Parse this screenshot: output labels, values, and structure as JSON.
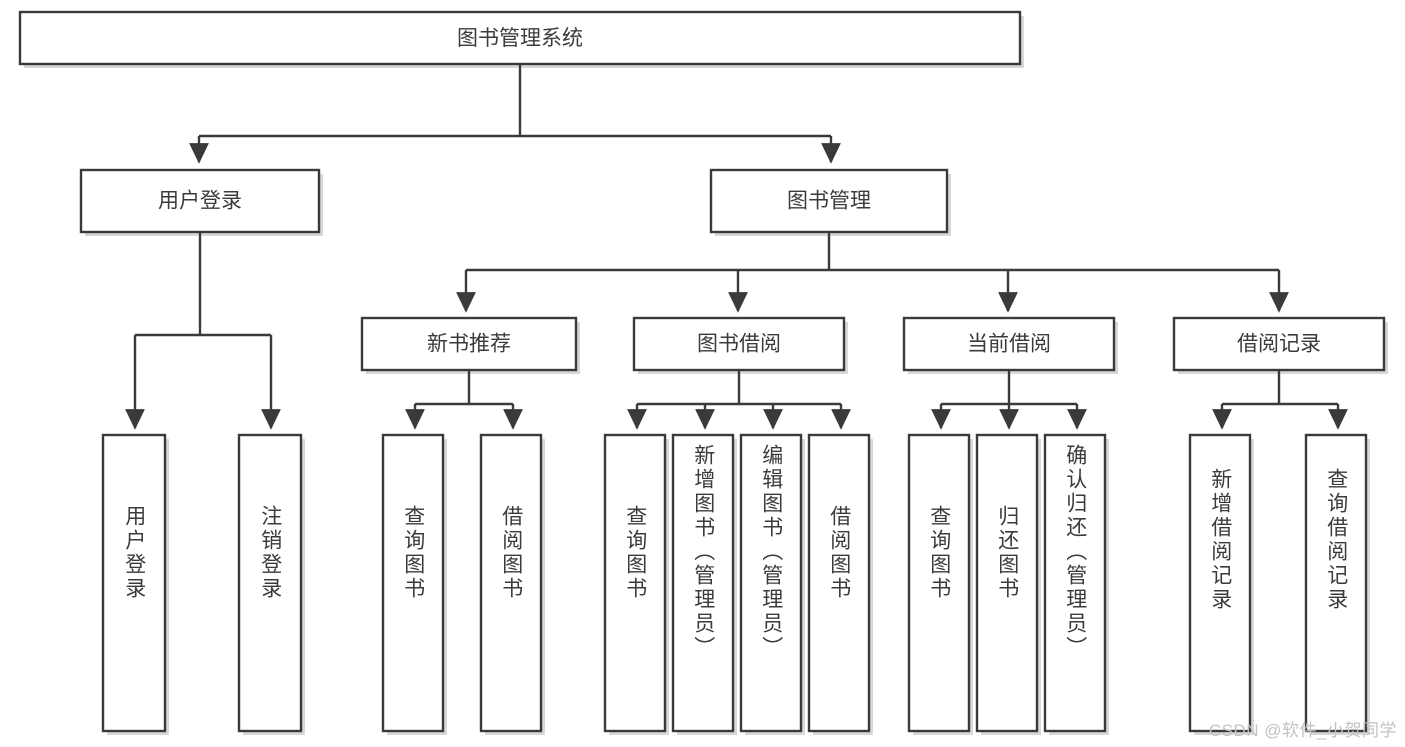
{
  "diagram": {
    "type": "tree-hierarchy",
    "title": "图书管理系统",
    "root": {
      "label": "图书管理系统",
      "children": [
        {
          "label": "用户登录",
          "children": [
            {
              "label": "用户登录"
            },
            {
              "label": "注销登录"
            }
          ]
        },
        {
          "label": "图书管理",
          "children": [
            {
              "label": "新书推荐",
              "children": [
                {
                  "label": "查询图书"
                },
                {
                  "label": "借阅图书"
                }
              ]
            },
            {
              "label": "图书借阅",
              "children": [
                {
                  "label": "查询图书"
                },
                {
                  "label": "新增图书（管理员）"
                },
                {
                  "label": "编辑图书（管理员）"
                },
                {
                  "label": "借阅图书"
                }
              ]
            },
            {
              "label": "当前借阅",
              "children": [
                {
                  "label": "查询图书"
                },
                {
                  "label": "归还图书"
                },
                {
                  "label": "确认归还（管理员）"
                }
              ]
            },
            {
              "label": "借阅记录",
              "children": [
                {
                  "label": "新增借阅记录"
                },
                {
                  "label": "查询借阅记录"
                }
              ]
            }
          ]
        }
      ]
    },
    "nodes": {
      "root_title": "图书管理系统",
      "l1_user_login": "用户登录",
      "l1_book_mgmt": "图书管理",
      "l2_new_book_rec": "新书推荐",
      "l2_book_borrow": "图书借阅",
      "l2_current_borrow": "当前借阅",
      "l2_borrow_record": "借阅记录",
      "leaf_user_login": "用户登录",
      "leaf_user_logout": "注销登录",
      "leaf_rec_query_book": "查询图书",
      "leaf_rec_borrow_book": "借阅图书",
      "leaf_borrow_query_book": "查询图书",
      "leaf_borrow_add_book": "新增图书（管理员）",
      "leaf_borrow_edit_book": "编辑图书（管理员）",
      "leaf_borrow_borrow_book": "借阅图书",
      "leaf_cur_query_book": "查询图书",
      "leaf_cur_return_book": "归还图书",
      "leaf_cur_confirm_return": "确认归还（管理员）",
      "leaf_rec_add_record": "新增借阅记录",
      "leaf_rec_query_record": "查询借阅记录"
    },
    "colors": {
      "box_stroke": "#3a3a3a",
      "box_fill": "#ffffff",
      "text": "#3b3b3b",
      "connector": "#3a3a3a",
      "background": "#ffffff",
      "watermark": "#c2c2c2"
    }
  },
  "watermark": {
    "text": "CSDN @软件_小贺同学"
  }
}
